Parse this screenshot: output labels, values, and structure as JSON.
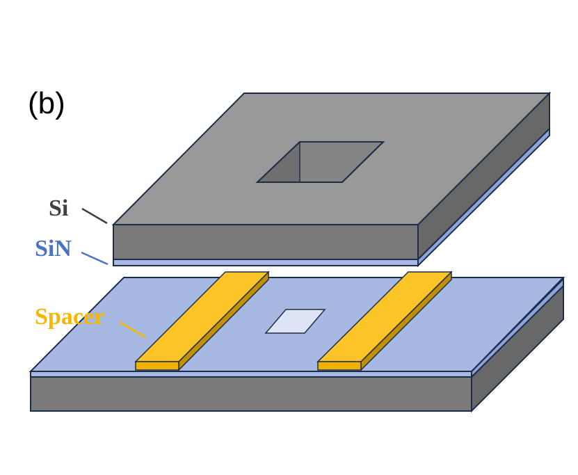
{
  "figure": {
    "panel_label": "(b)",
    "labels": {
      "si": "Si",
      "sin": "SiN",
      "spacer": "Spacer"
    },
    "colors": {
      "si_top": "#999999",
      "si_side": "#7a7a7a",
      "si_side_dark": "#686868",
      "sin": "#a7b8e2",
      "sin_label": "#4b73c3",
      "spacer_top": "#fbc52a",
      "spacer_side": "#c09000",
      "outline": "#1e2d46",
      "spacer_label": "#f5b800",
      "si_label": "#404040"
    }
  }
}
